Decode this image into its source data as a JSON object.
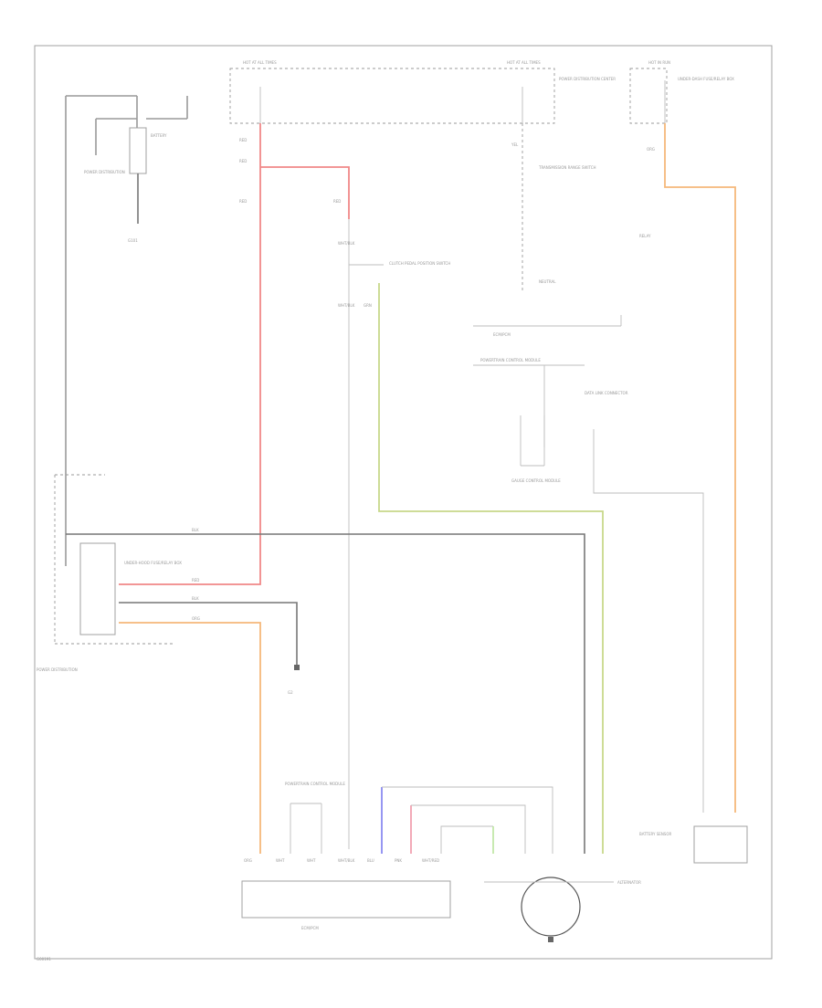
{
  "diagram": {
    "corner_label": "G00191",
    "connectors": {
      "fuse_box_1": "HOT AT ALL TIMES",
      "fuse_box_2": "HOT AT ALL TIMES",
      "fuse_box_3": "HOT IN RUN",
      "fuse_box_2_desc": "POWER DISTRIBUTION CENTER",
      "fuse_box_3_desc": "UNDER-DASH FUSE/RELAY BOX"
    },
    "components": {
      "battery": "BATTERY",
      "ground_battery": "G101",
      "power_dist": "POWER DISTRIBUTION",
      "underhood_box": "UNDER-HOOD FUSE/RELAY BOX",
      "clutch_switch": "CLUTCH PEDAL POSITION SWITCH",
      "transmission_range": "TRANSMISSION RANGE SWITCH",
      "ecm_pcm": "ECM/PCM",
      "pcm_label": "POWERTRAIN CONTROL MODULE",
      "alternator": "ALTERNATOR",
      "battery_sensor": "BATTERY SENSOR",
      "relay": "RELAY",
      "ground_g2": "G2",
      "data_link": "DATA LINK CONNECTOR",
      "gauge_control": "GAUGE CONTROL MODULE",
      "neutral": "NEUTRAL"
    },
    "wires": {
      "wht_blk": "WHT/BLK",
      "wht_red": "WHT/RED",
      "red": "RED",
      "yel": "YEL",
      "grn": "GRN",
      "blk": "BLK",
      "org": "ORG",
      "blu": "BLU",
      "pnk": "PNK",
      "wht": "WHT"
    }
  }
}
